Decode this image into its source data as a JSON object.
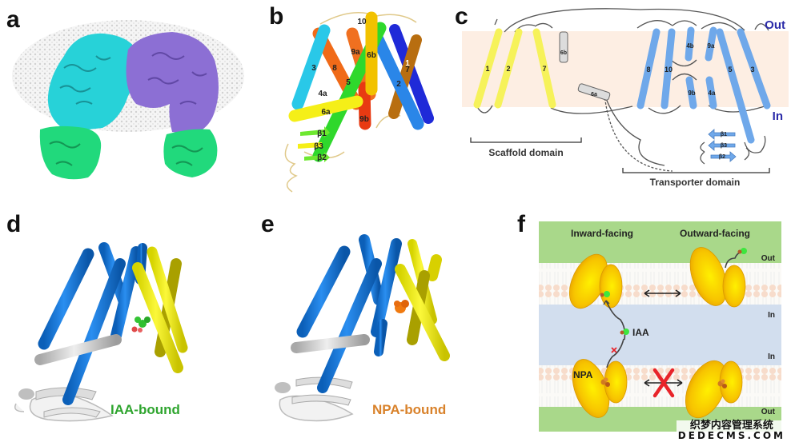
{
  "panels": {
    "a": {
      "letter": "a",
      "description": "cryo-EM density map dimer",
      "colors": {
        "protomer1": "#27d2d8",
        "protomer2": "#8c6fd4",
        "domain_bottom": "#21d97c",
        "micelle": "#d9d9d9"
      }
    },
    "b": {
      "letter": "b",
      "helix_labels": [
        "10",
        "9a",
        "6b",
        "1",
        "3",
        "8",
        "5",
        "2",
        "7",
        "4a",
        "6a",
        "9b",
        "β1",
        "β3",
        "β2"
      ]
    },
    "c": {
      "letter": "c",
      "side_out": "Out",
      "side_in": "In",
      "scaffold_helices": [
        "1",
        "2",
        "7"
      ],
      "linker_helices": [
        "6b",
        "6a"
      ],
      "transporter_helices": [
        "8",
        "10",
        "4b",
        "9a",
        "9b",
        "4a",
        "5",
        "3"
      ],
      "strands": [
        "β1",
        "β3",
        "β2"
      ],
      "scaffold_label": "Scaffold domain",
      "transporter_label": "Transporter domain",
      "colors": {
        "membrane": "#fdeee3",
        "scaffold": "#f6f25a",
        "transporter": "#6fa8ea",
        "linker": "#dcdcdc",
        "side_label": "#2a2aa8"
      }
    },
    "d": {
      "letter": "d",
      "caption": "IAA-bound",
      "caption_color": "#2fa52f"
    },
    "e": {
      "letter": "e",
      "caption": "NPA-bound",
      "caption_color": "#d9822b"
    },
    "f": {
      "letter": "f",
      "col_inward": "Inward-facing",
      "col_outward": "Outward-facing",
      "out_top": "Out",
      "in_upper": "In",
      "in_lower": "In",
      "out_bottom": "Out",
      "ligand_iaa": "IAA",
      "ligand_npa": "NPA",
      "colors": {
        "extracellular": "#a9d88a",
        "cytosol": "#d2deee",
        "membrane": "#fbfaf7",
        "transporter": "#f5b800",
        "block": "#e8242a"
      }
    }
  },
  "watermark": {
    "line1": "织梦内容管理系统",
    "line2": "DEDECMS.COM"
  }
}
